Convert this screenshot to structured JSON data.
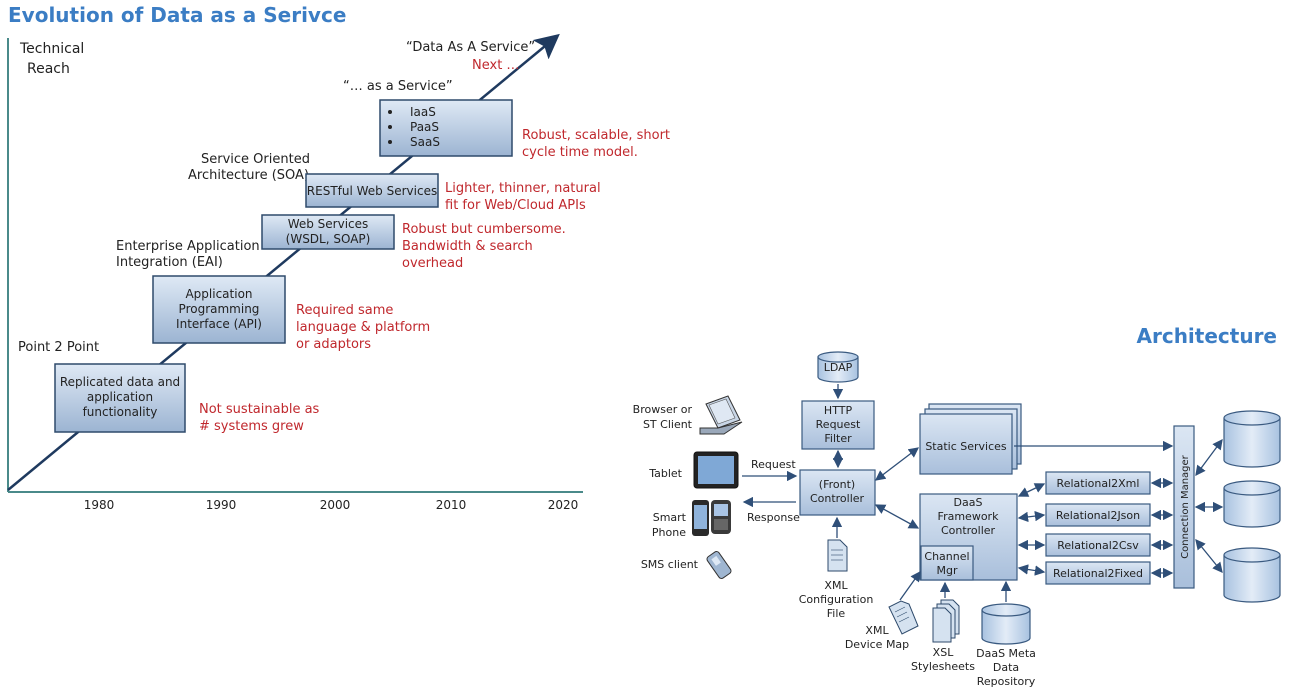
{
  "left": {
    "title": "Evolution of Data as a Serivce",
    "y_axis_label": [
      "Technical",
      "Reach"
    ],
    "years": [
      "1980",
      "1990",
      "2000",
      "2010",
      "2020"
    ],
    "eras": [
      {
        "label": [
          "Point 2 Point"
        ],
        "box": [
          "Replicated data and",
          "application",
          "functionality"
        ],
        "note": [
          "Not sustainable as",
          "# systems grew"
        ]
      },
      {
        "label": [
          "Enterprise Application",
          "Integration (EAI)"
        ],
        "box": [
          "Application",
          "Programming",
          "Interface (API)"
        ],
        "note": [
          "Required same",
          "language & platform",
          "or adaptors"
        ]
      },
      {
        "label": [],
        "box": [
          "Web Services",
          "(WSDL, SOAP)"
        ],
        "note": [
          "Robust but cumbersome.",
          "Bandwidth & search",
          "overhead"
        ]
      },
      {
        "label": [
          "Service Oriented",
          "Architecture (SOA)"
        ],
        "box": [
          "RESTful Web Services"
        ],
        "note": [
          "Lighter, thinner, natural",
          "fit for Web/Cloud APIs"
        ]
      },
      {
        "label": [
          "“… as a Service”"
        ],
        "box": [
          "IaaS",
          "PaaS",
          "SaaS"
        ],
        "note": [
          "Robust, scalable, short",
          "cycle time model."
        ]
      }
    ],
    "top_label": "“Data As A Service”",
    "next_label": "Next …"
  },
  "right": {
    "title": "Architecture",
    "clients": [
      "Browser or",
      "ST Client",
      "Tablet",
      "Smart",
      "Phone",
      "SMS client"
    ],
    "request": "Request",
    "response": "Response",
    "ldap": "LDAP",
    "http_filter": [
      "HTTP",
      "Request",
      "Filter"
    ],
    "front_controller": [
      "(Front)",
      "Controller"
    ],
    "xml_config": [
      "XML",
      "Configuration",
      "File"
    ],
    "static_services": "Static Services",
    "daas_controller": [
      "DaaS",
      "Framework",
      "Controller"
    ],
    "channel_mgr": [
      "Channel",
      "Mgr"
    ],
    "xml_device_map": [
      "XML",
      "Device Map"
    ],
    "xsl": [
      "XSL",
      "Stylesheets"
    ],
    "meta_repo": [
      "DaaS Meta",
      "Data",
      "Repository"
    ],
    "relational": [
      "Relational2Xml",
      "Relational2Json",
      "Relational2Csv",
      "Relational2Fixed"
    ],
    "connection_manager": "Connection Manager"
  }
}
